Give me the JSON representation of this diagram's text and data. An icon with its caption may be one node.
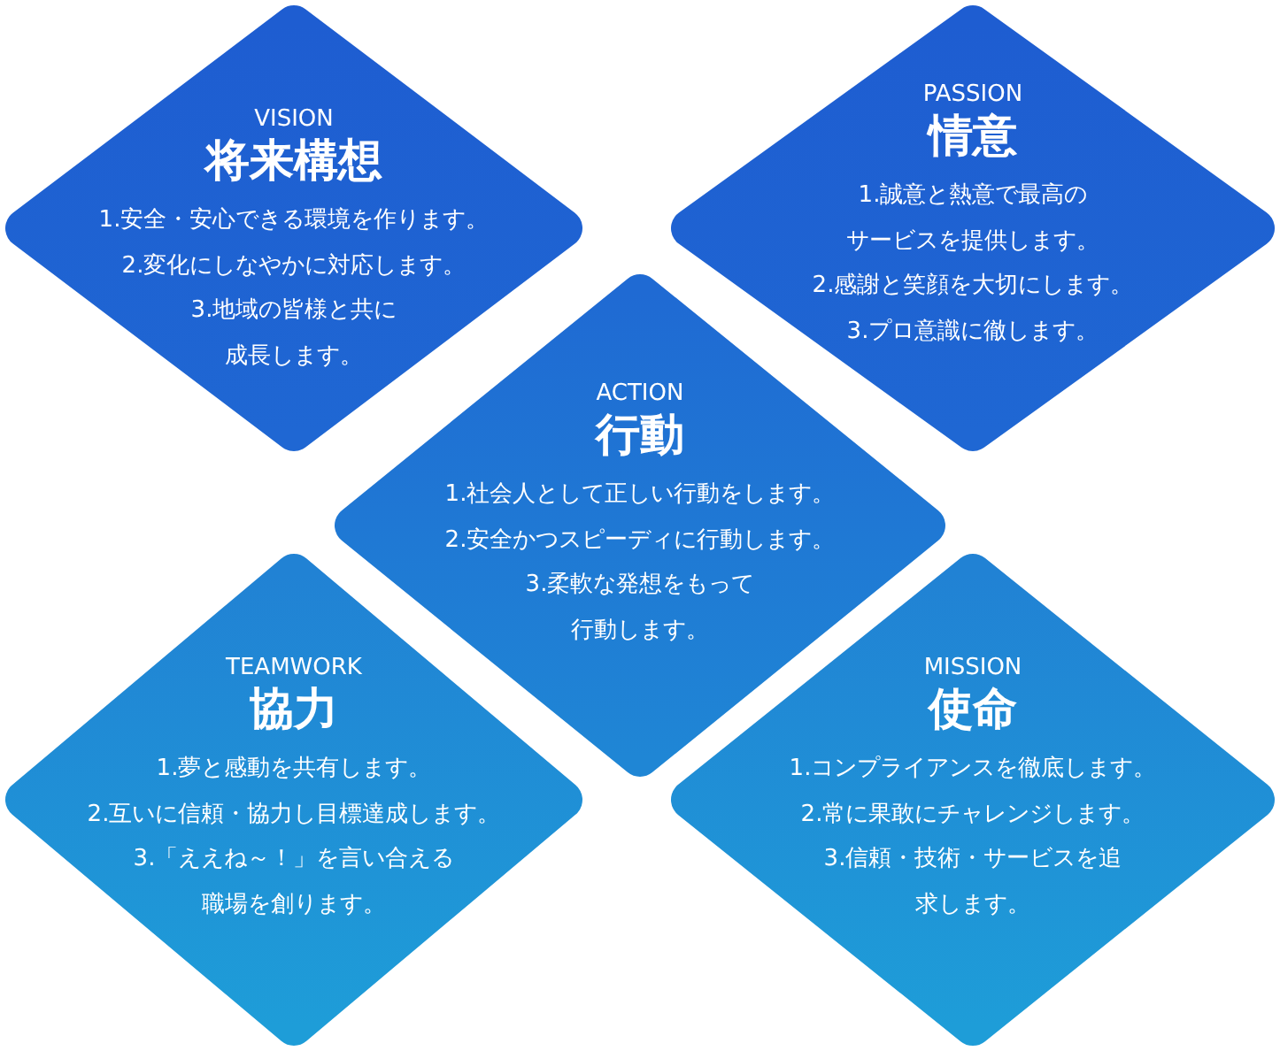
{
  "diagram": {
    "nodes": [
      {
        "text": [
          "VISION",
          "将来構想",
          "1.安全・安心できる環境を作ります。",
          "2.変化にしなやかに対応します。",
          "3.地域の皆様と共に成長します。"
        ]
      },
      {
        "text": [
          "PASSION",
          "情意",
          "1.誠意と熱意で最高のサービスを提供します。",
          "2.感謝と笑顔を大切にします。",
          "3.プロ意識に徹します。"
        ]
      },
      {
        "text": [
          "ACTION",
          "行動",
          "1.社会人として正しい行動をします。",
          "2.安全かつスピーディに行動します。",
          "3.柔軟な発想をもって行動します。"
        ]
      },
      {
        "text": [
          "TEAMWORK",
          "協力",
          "1.夢と感動を共有します。",
          "2.互いに信頼・協力し目標達成します。",
          "3.「ええね～！」を言い合える職場を創ります。"
        ]
      },
      {
        "text": [
          "MISSION",
          "使命",
          "1.コンプライアンスを徹底します。",
          "2.常に果敢にチャレンジします。",
          "3.信頼・技術・サービスを追求します。"
        ]
      }
    ]
  }
}
